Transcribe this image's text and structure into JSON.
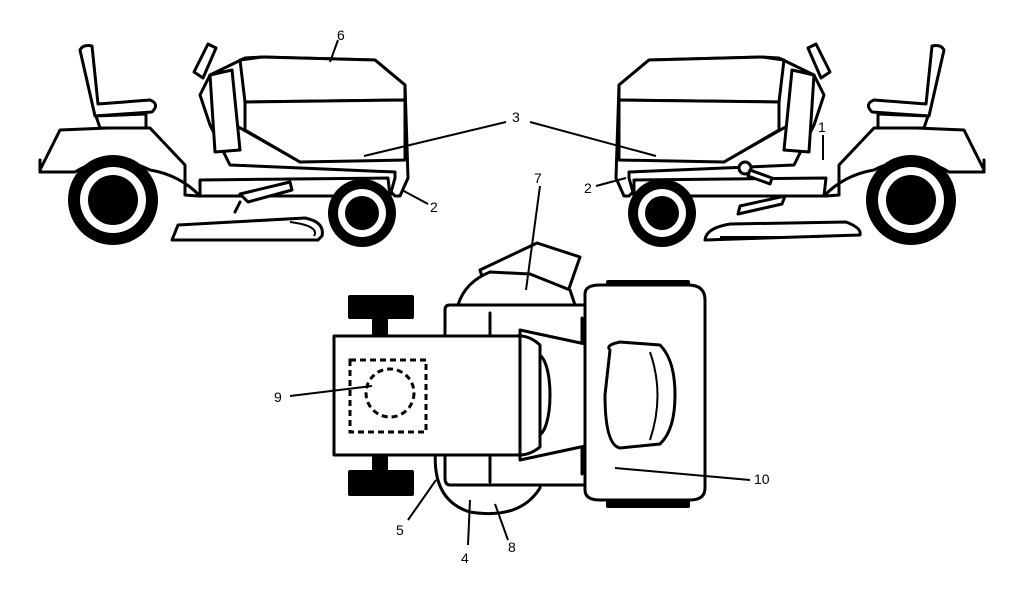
{
  "callouts": [
    {
      "id": "c1",
      "text": "1"
    },
    {
      "id": "c2a",
      "text": "2"
    },
    {
      "id": "c2b",
      "text": "2"
    },
    {
      "id": "c3",
      "text": "3"
    },
    {
      "id": "c4",
      "text": "4"
    },
    {
      "id": "c5",
      "text": "5"
    },
    {
      "id": "c6",
      "text": "6"
    },
    {
      "id": "c7",
      "text": "7"
    },
    {
      "id": "c8",
      "text": "8"
    },
    {
      "id": "c9",
      "text": "9"
    },
    {
      "id": "c10",
      "text": "10"
    }
  ]
}
